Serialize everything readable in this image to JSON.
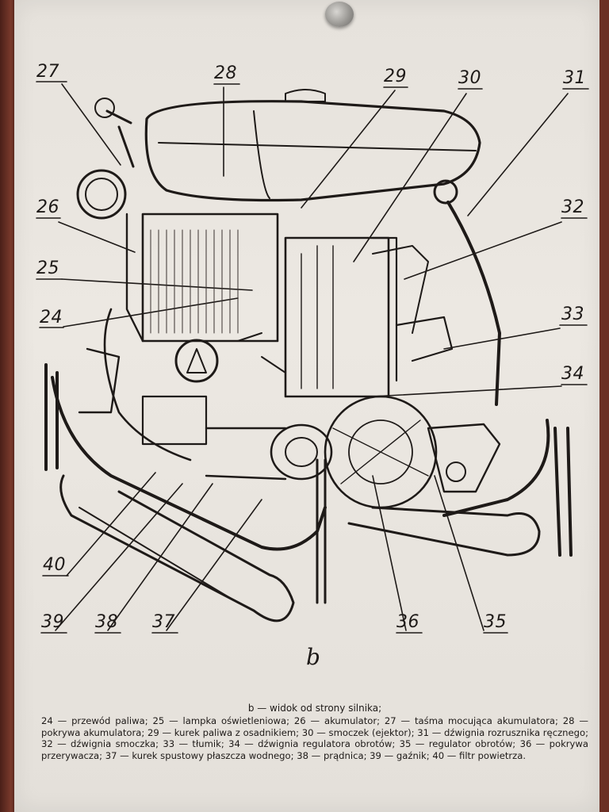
{
  "figure": {
    "label": "b",
    "callouts": [
      "24",
      "25",
      "26",
      "27",
      "28",
      "29",
      "30",
      "31",
      "32",
      "33",
      "34",
      "35",
      "36",
      "37",
      "38",
      "39",
      "40"
    ]
  },
  "caption": {
    "title": "b — widok od strony silnika;",
    "body": "24 — przewód paliwa; 25 — lampka oświetleniowa; 26 — akumulator; 27 — taśma mocująca akumulatora; 28 — pokrywa akumulatora; 29 — kurek paliwa z osadnikiem; 30 — smoczek (ejektor); 31 — dźwignia rozrusznika ręcznego; 32 — dźwignia smoczka; 33 — tłumik; 34 — dźwignia regulatora obrotów; 35 — regulator obrotów; 36 — pokrywa przerywacza; 37 — kurek spustowy płaszcza wodnego; 38 — prądnica; 39 — gaźnik; 40 — filtr powietrza."
  },
  "colors": {
    "ink": "#1e1a18",
    "paper": "#e8e4de",
    "board": "#6b2f24"
  }
}
